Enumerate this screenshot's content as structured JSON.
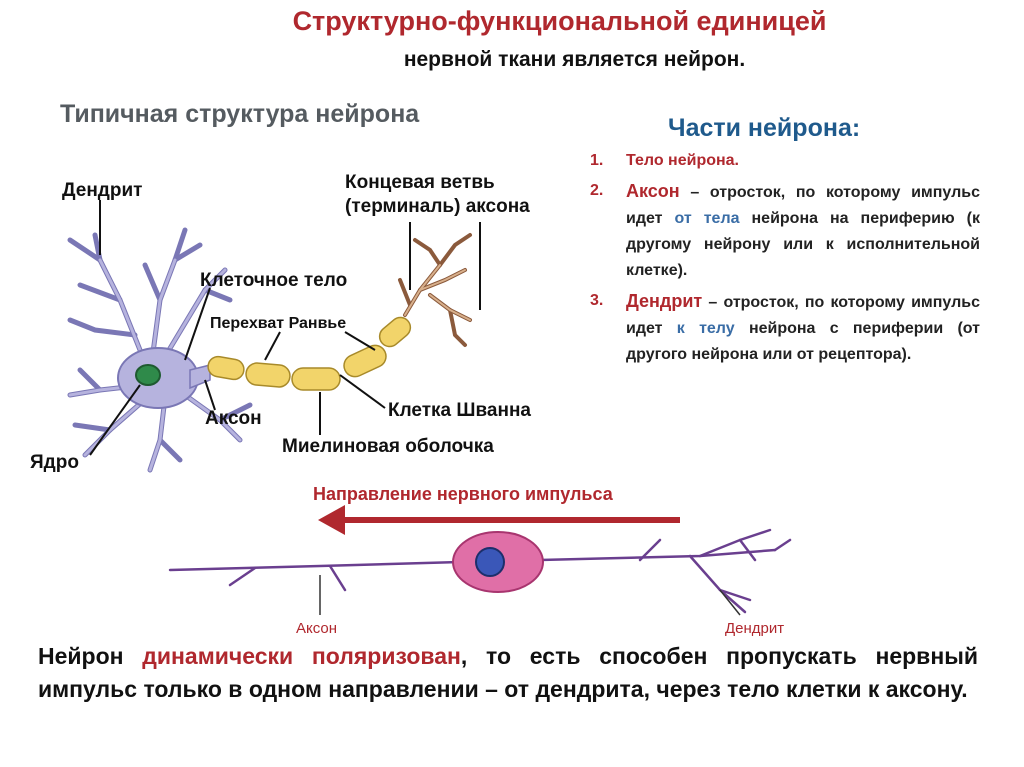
{
  "header": {
    "title_line1": "Структурно-функциональной единицей",
    "title_line2": "нервной ткани является нейрон."
  },
  "structure": {
    "title": "Типичная структура нейрона",
    "labels": {
      "dendrite": "Дендрит",
      "terminal_line1": "Концевая ветвь",
      "terminal_line2": "(терминаль) аксона",
      "cell_body": "Клеточное тело",
      "ranvier": "Перехват Ранвье",
      "axon": "Аксон",
      "nucleus": "Ядро",
      "schwann": "Клетка Шванна",
      "myelin": "Миелиновая оболочка"
    }
  },
  "parts": {
    "title": "Части нейрона:",
    "items": [
      {
        "num": "1.",
        "name": "Тело нейрона."
      },
      {
        "num": "2.",
        "name": "Аксон",
        "text_a": " – отросток, по которому импульс идет ",
        "highlight": "от тела",
        "text_b": " нейрона на периферию (к другому нейрону или к исполнительной клетке)."
      },
      {
        "num": "3.",
        "name": "Дендрит",
        "text_a": " – отросток, по которому импульс идет ",
        "highlight": "к телу",
        "text_b": " нейрона  с периферии (от другого нейрона или от рецептора)."
      }
    ]
  },
  "impulse": {
    "title": "Направление нервного импульса",
    "axon_label": "Аксон",
    "dendrite_label": "Дендрит"
  },
  "bottom": {
    "text_a": "Нейрон ",
    "highlight": "динамически поляризован",
    "text_b": ", то есть способен пропускать нервный импульс только в одном направлении – от дендрита, через тело клетки к аксону."
  },
  "colors": {
    "accent_red": "#b0282e",
    "accent_blue": "#1f5a8c",
    "neuron_body": "#b6b3de",
    "myelin": "#f2d46a",
    "terminal": "#c89a76",
    "cell_pink": "#e06fa7"
  }
}
